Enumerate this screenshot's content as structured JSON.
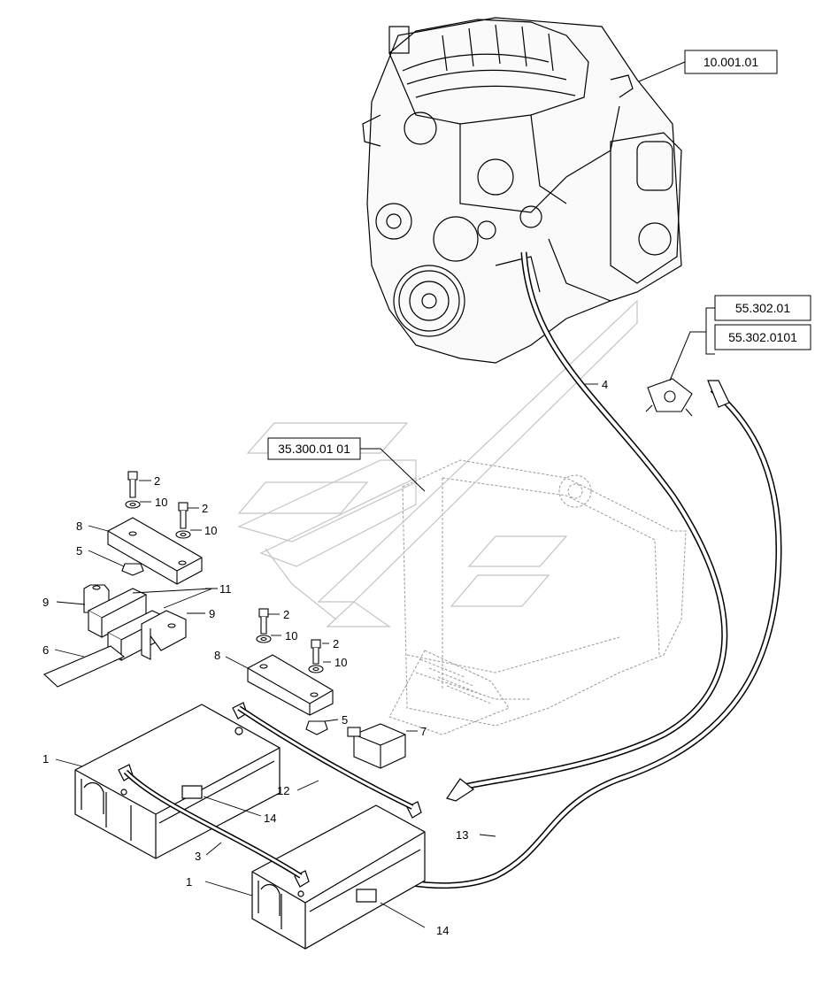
{
  "references": [
    {
      "id": "ref-10-001-01",
      "text": "10.001.01"
    },
    {
      "id": "ref-55-302-01",
      "text": "55.302.01"
    },
    {
      "id": "ref-55-302-0101",
      "text": "55.302.0101"
    },
    {
      "id": "ref-35-300-01-01",
      "text": "35.300.01 01"
    }
  ],
  "callouts": [
    {
      "id": "c4",
      "text": "4"
    },
    {
      "id": "c2a",
      "text": "2"
    },
    {
      "id": "c10a",
      "text": "10"
    },
    {
      "id": "c2b",
      "text": "2"
    },
    {
      "id": "c10b",
      "text": "10"
    },
    {
      "id": "c8a",
      "text": "8"
    },
    {
      "id": "c5a",
      "text": "5"
    },
    {
      "id": "c11",
      "text": "11"
    },
    {
      "id": "c9a",
      "text": "9"
    },
    {
      "id": "c9b",
      "text": "9"
    },
    {
      "id": "c6",
      "text": "6"
    },
    {
      "id": "c2c",
      "text": "2"
    },
    {
      "id": "c10c",
      "text": "10"
    },
    {
      "id": "c2d",
      "text": "2"
    },
    {
      "id": "c10d",
      "text": "10"
    },
    {
      "id": "c8b",
      "text": "8"
    },
    {
      "id": "c5b",
      "text": "5"
    },
    {
      "id": "c7",
      "text": "7"
    },
    {
      "id": "c1a",
      "text": "1"
    },
    {
      "id": "c12",
      "text": "12"
    },
    {
      "id": "c14a",
      "text": "14"
    },
    {
      "id": "c3",
      "text": "3"
    },
    {
      "id": "c13",
      "text": "13"
    },
    {
      "id": "c1b",
      "text": "1"
    },
    {
      "id": "c14b",
      "text": "14"
    }
  ]
}
